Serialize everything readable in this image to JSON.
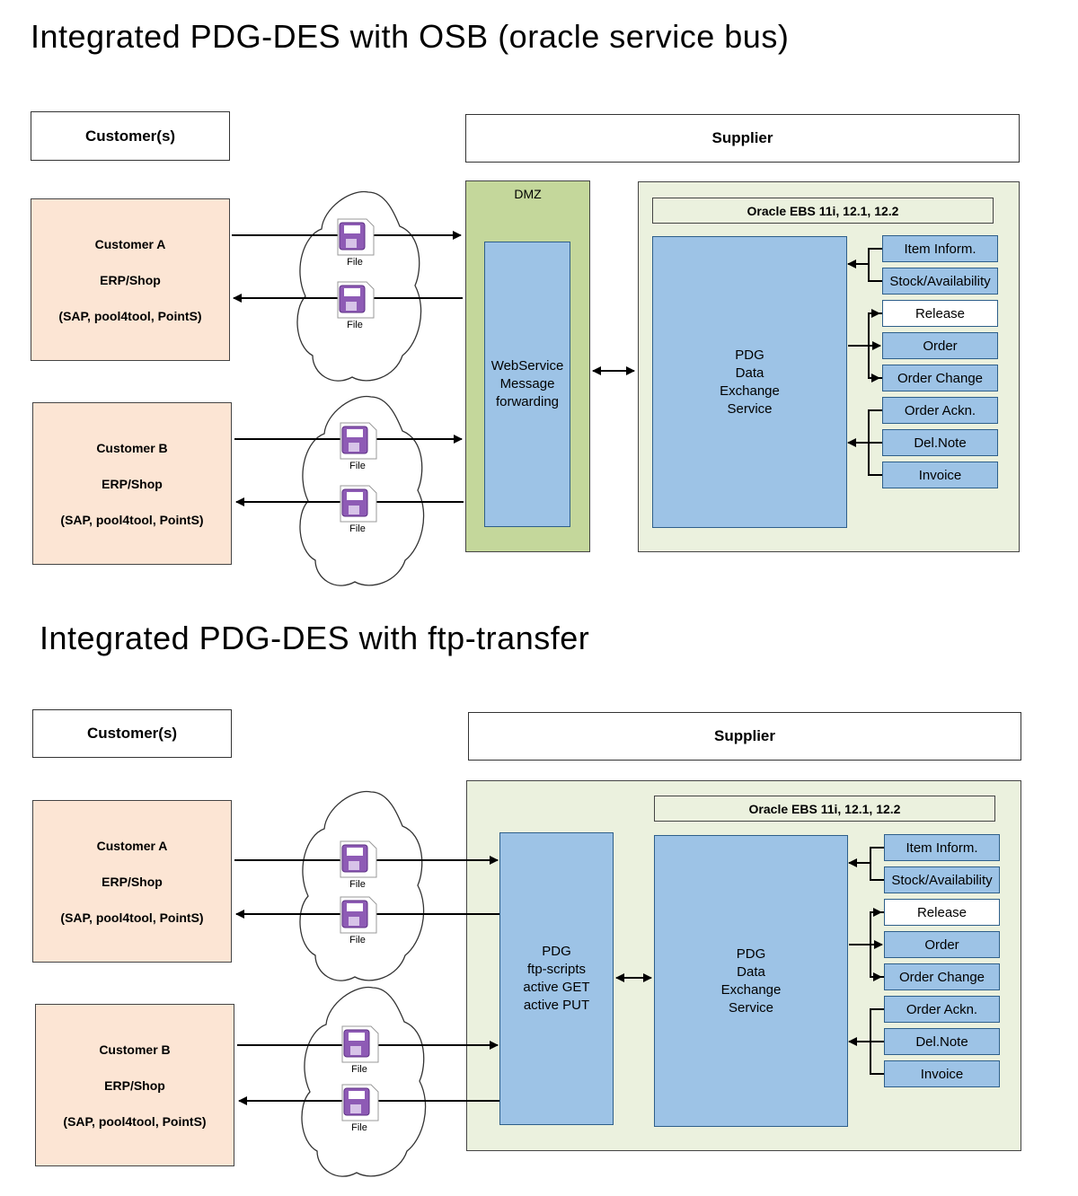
{
  "osb": {
    "title": "Integrated PDG-DES with OSB  (oracle service bus)",
    "customers_header": "Customer(s)",
    "supplier_header": "Supplier",
    "dmz_label": "DMZ",
    "middle_lines": [
      "WebService",
      "Message",
      "forwarding"
    ]
  },
  "ftp": {
    "title": "Integrated  PDG-DES with ftp-transfer",
    "customers_header": "Customer(s)",
    "supplier_header": "Supplier",
    "middle_lines": [
      "PDG",
      "ftp-scripts",
      "active GET",
      "active PUT"
    ]
  },
  "customers": [
    {
      "name": "Customer A",
      "system": "ERP/Shop",
      "products": "(SAP, pool4tool, PointS)"
    },
    {
      "name": "Customer B",
      "system": "ERP/Shop",
      "products": "(SAP, pool4tool, PointS)"
    }
  ],
  "oracle_label": "Oracle EBS 11i, 12.1, 12.2",
  "pdg_lines": [
    "PDG",
    "Data",
    "Exchange",
    "Service"
  ],
  "file_label": "File",
  "messages": [
    {
      "label": "Item Inform.",
      "style": "blue"
    },
    {
      "label": "Stock/Availability",
      "style": "blue"
    },
    {
      "label": "Release",
      "style": "white"
    },
    {
      "label": "Order",
      "style": "blue"
    },
    {
      "label": "Order Change",
      "style": "blue"
    },
    {
      "label": "Order Ackn.",
      "style": "blue"
    },
    {
      "label": "Del.Note",
      "style": "blue"
    },
    {
      "label": "Invoice",
      "style": "blue"
    }
  ],
  "colors": {
    "customer_fill": "#fce5d4",
    "dmz_fill": "#c4d79b",
    "supplier_zone_fill": "#ebf1de",
    "service_fill": "#9dc3e6",
    "file_icon": "#8e5bb5"
  }
}
